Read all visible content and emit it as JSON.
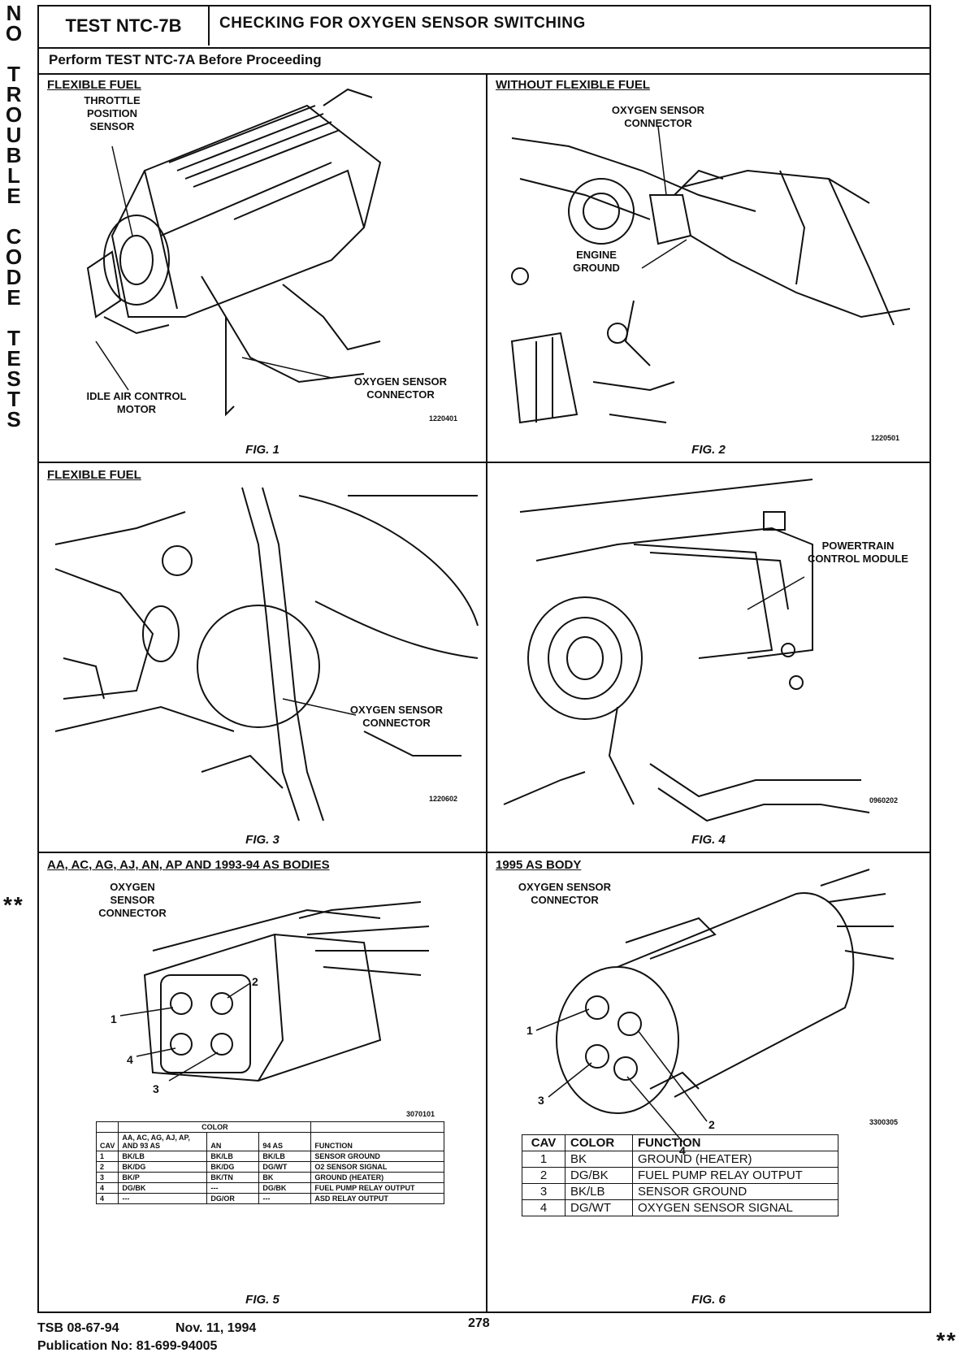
{
  "side_banner": {
    "word1": [
      "N",
      "O"
    ],
    "word2": [
      "T",
      "R",
      "O",
      "U",
      "B",
      "L",
      "E"
    ],
    "word3": [
      "C",
      "O",
      "D",
      "E"
    ],
    "word4": [
      "T",
      "E",
      "S",
      "T",
      "S"
    ]
  },
  "header": {
    "test_id": "TEST NTC-7B",
    "title": "CHECKING FOR OXYGEN SENSOR SWITCHING",
    "instruction": "Perform TEST NTC-7A Before Proceeding"
  },
  "fig1": {
    "heading": "FLEXIBLE FUEL",
    "label_tps": "THROTTLE POSITION SENSOR",
    "label_iac": "IDLE AIR CONTROL MOTOR",
    "label_o2": "OXYGEN SENSOR CONNECTOR",
    "code": "1220401",
    "caption": "FIG. 1"
  },
  "fig2": {
    "heading": "WITHOUT FLEXIBLE FUEL",
    "label_o2": "OXYGEN SENSOR CONNECTOR",
    "label_ground": "ENGINE GROUND",
    "code": "1220501",
    "caption": "FIG. 2"
  },
  "fig3": {
    "heading": "FLEXIBLE FUEL",
    "label_o2": "OXYGEN SENSOR CONNECTOR",
    "code": "1220602",
    "caption": "FIG. 3"
  },
  "fig4": {
    "label_pcm": "POWERTRAIN CONTROL MODULE",
    "code": "0960202",
    "caption": "FIG. 4"
  },
  "fig5": {
    "marker": "**",
    "heading": "AA, AC, AG, AJ, AN, AP AND 1993-94 AS BODIES",
    "label_conn": "OXYGEN SENSOR CONNECTOR",
    "pins": [
      "1",
      "2",
      "3",
      "4"
    ],
    "code": "3070101",
    "table": {
      "color_header": "COLOR",
      "headers": [
        "CAV",
        "AA, AC, AG, AJ, AP, AND 93 AS",
        "AN",
        "94 AS",
        "FUNCTION"
      ],
      "rows": [
        [
          "1",
          "BK/LB",
          "BK/LB",
          "BK/LB",
          "SENSOR GROUND"
        ],
        [
          "2",
          "BK/DG",
          "BK/DG",
          "DG/WT",
          "O2 SENSOR SIGNAL"
        ],
        [
          "3",
          "BK/P",
          "BK/TN",
          "BK",
          "GROUND (HEATER)"
        ],
        [
          "4",
          "DG/BK",
          "---",
          "DG/BK",
          "FUEL PUMP RELAY OUTPUT"
        ],
        [
          "4",
          "---",
          "DG/OR",
          "---",
          "ASD RELAY OUTPUT"
        ]
      ]
    },
    "caption": "FIG. 5"
  },
  "fig6": {
    "heading": "1995 AS BODY",
    "label_conn": "OXYGEN SENSOR CONNECTOR",
    "pins": [
      "1",
      "2",
      "3",
      "4"
    ],
    "code": "3300305",
    "table": {
      "headers": [
        "CAV",
        "COLOR",
        "FUNCTION"
      ],
      "rows": [
        [
          "1",
          "BK",
          "GROUND (HEATER)"
        ],
        [
          "2",
          "DG/BK",
          "FUEL PUMP RELAY OUTPUT"
        ],
        [
          "3",
          "BK/LB",
          "SENSOR GROUND"
        ],
        [
          "4",
          "DG/WT",
          "OXYGEN SENSOR SIGNAL"
        ]
      ]
    },
    "caption": "FIG. 6"
  },
  "footer": {
    "tsb": "TSB 08-67-94",
    "date": "Nov. 11, 1994",
    "publication": "Publication No: 81-699-94005",
    "page": "278",
    "marker": "**"
  }
}
